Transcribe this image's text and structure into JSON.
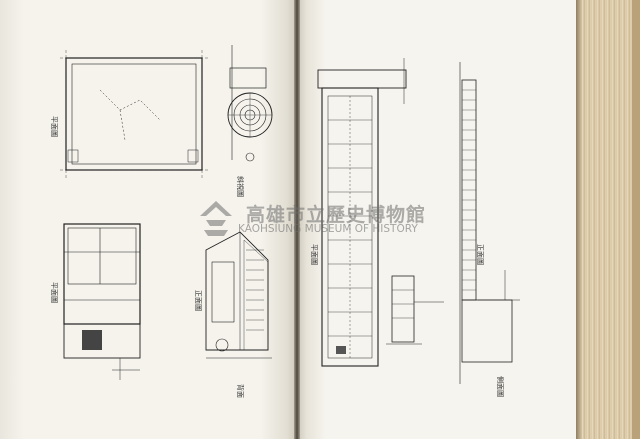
{
  "watermark": {
    "name_cn": "高雄市立歷史博物館",
    "name_en": "KAOHSIUNG MUSEUM OF HISTORY",
    "logo_icon": "museum-logo-icon"
  },
  "left_page": {
    "captions": [
      "平面圖",
      "斜視圖",
      "平面圖",
      "正面圖",
      "背面"
    ]
  },
  "right_page": {
    "captions": [
      "平面圖",
      "正面圖",
      "側面圖"
    ]
  }
}
